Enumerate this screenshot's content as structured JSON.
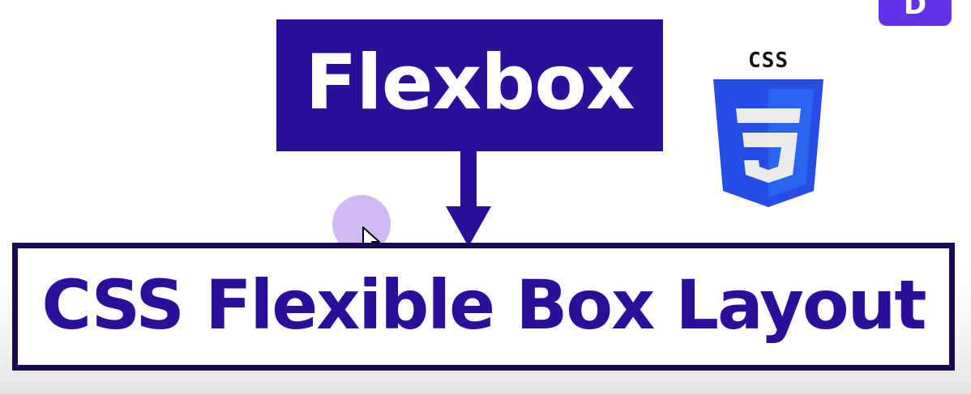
{
  "main": {
    "title": "Flexbox",
    "subtitle": "CSS Flexible Box Layout"
  },
  "logo": {
    "label": "CSS",
    "badge_number": "3",
    "icon": "css3-logo-icon"
  },
  "corner_badge": {
    "text": "D"
  },
  "colors": {
    "primary": "#2a0f9a",
    "border": "#1a0a52",
    "css_shield": "#2965f1",
    "badge": "#6432e8",
    "cursor_highlight": "#b084e8"
  }
}
